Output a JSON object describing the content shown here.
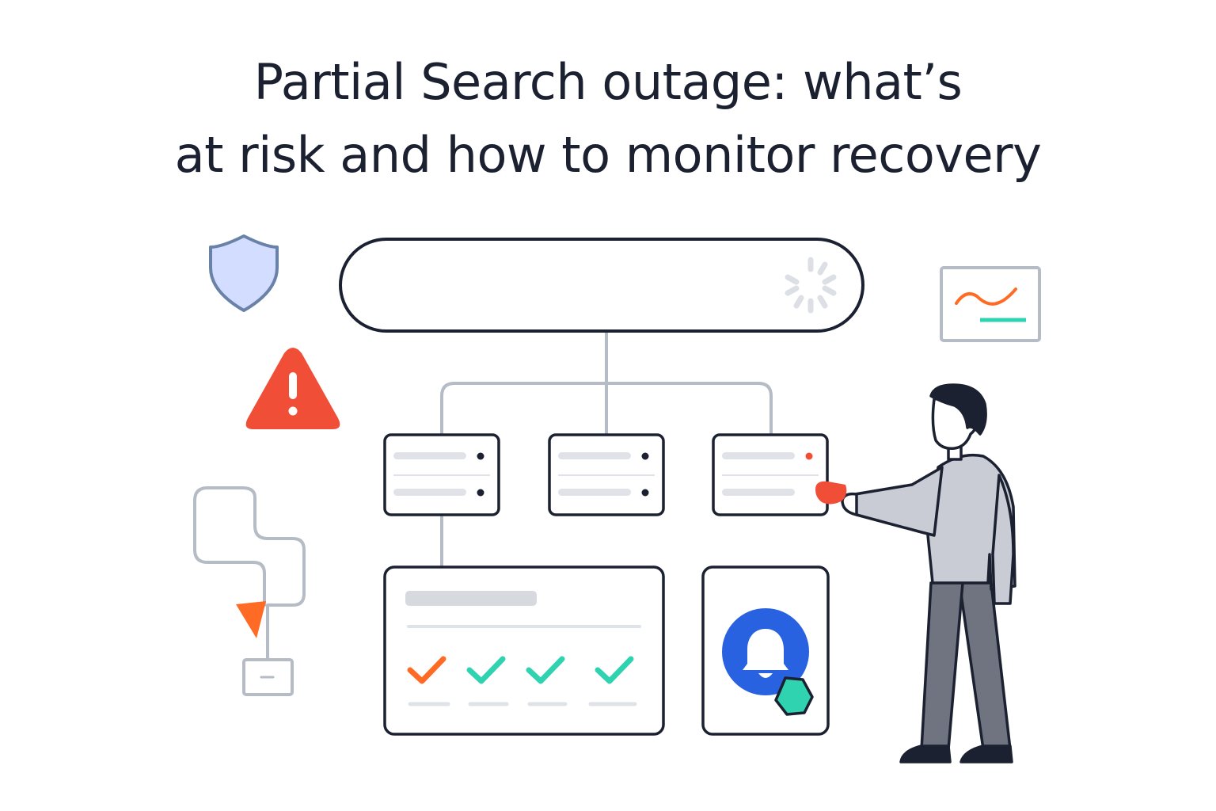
{
  "title": {
    "line1": "Partial Search outage: what’s",
    "line2": "at risk and how to monitor recovery"
  },
  "colors": {
    "ink": "#1b2130",
    "connector": "#b5bcc5",
    "skeleton": "#dfe2e6",
    "alert": "#f04e36",
    "orange": "#ff6a24",
    "teal": "#2fd3b0",
    "blue": "#2962e0",
    "shield_fill": "#d2ddff",
    "shield_stroke": "#6a82a8",
    "shirt": "#c9ccd4",
    "pants": "#6f7480"
  },
  "icons": {
    "shield": "shield-icon",
    "warning": "warning-triangle-icon",
    "trend": "trend-monitor-icon",
    "spinner": "loading-spinner-icon",
    "bell": "notification-bell-icon",
    "check": "checkmark-icon"
  },
  "servers": [
    {
      "name": "server-1",
      "status": "ok"
    },
    {
      "name": "server-2",
      "status": "ok"
    },
    {
      "name": "server-3",
      "status": "degraded"
    }
  ],
  "checks": [
    {
      "status": "failed",
      "color": "#ff6a24"
    },
    {
      "status": "passed",
      "color": "#2fd3b0"
    },
    {
      "status": "passed",
      "color": "#2fd3b0"
    },
    {
      "status": "passed",
      "color": "#2fd3b0"
    }
  ]
}
